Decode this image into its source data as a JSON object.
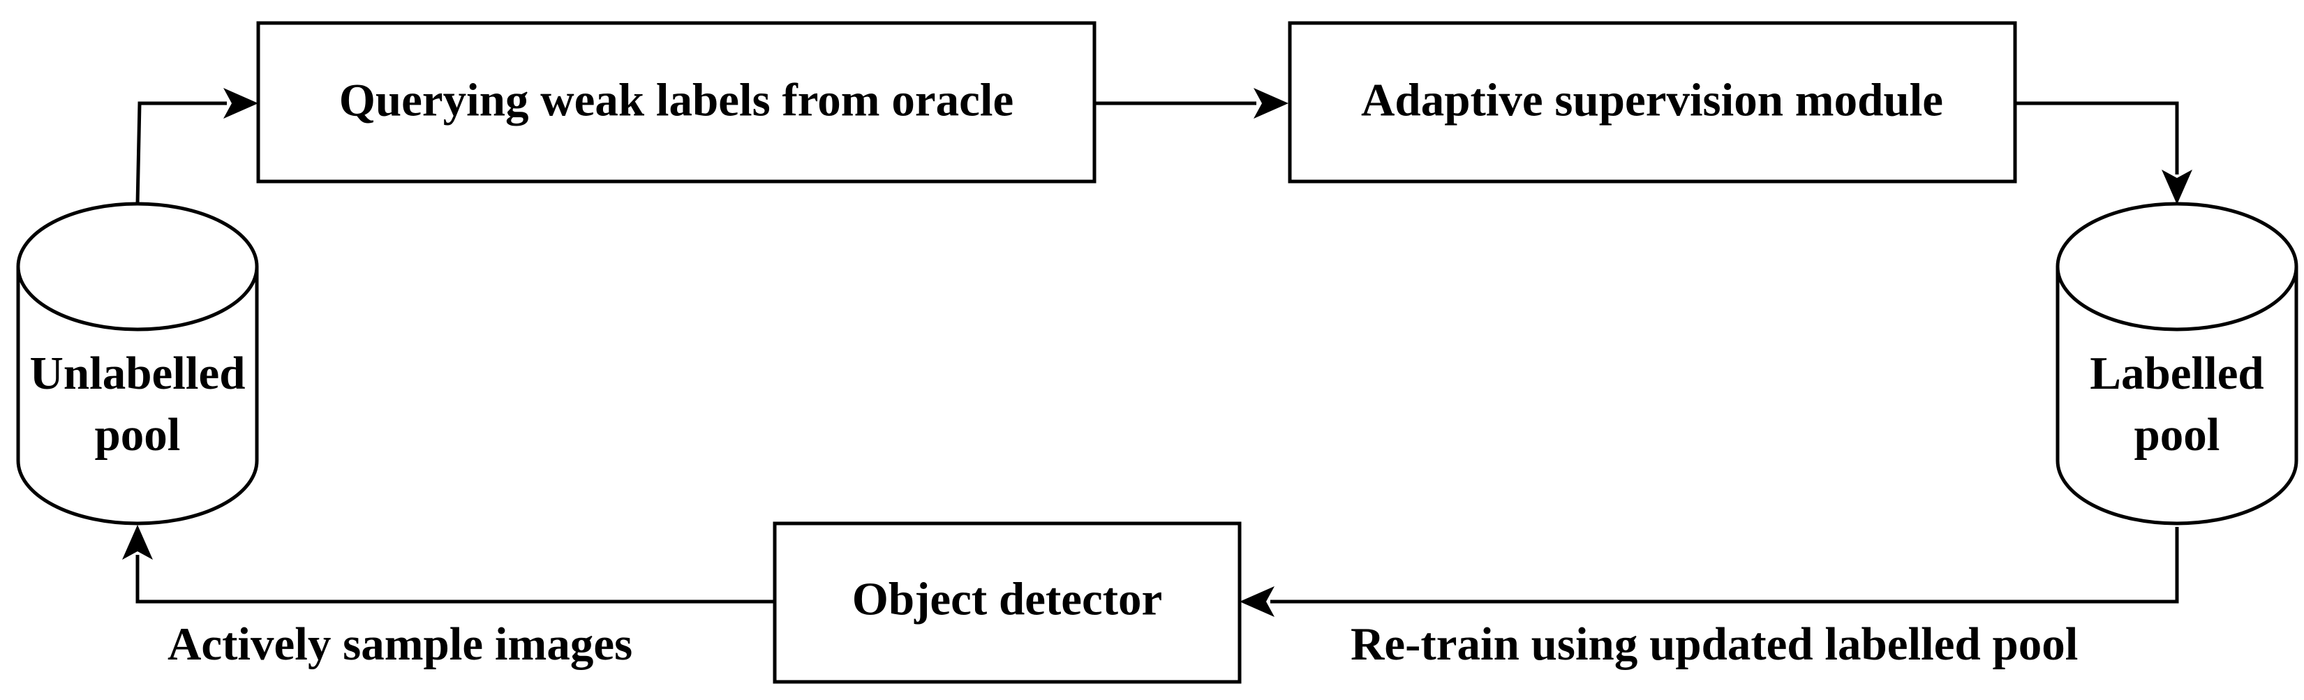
{
  "nodes": {
    "query": {
      "label": "Querying weak labels from oracle"
    },
    "adaptive": {
      "label": "Adaptive supervision module"
    },
    "detector": {
      "label": "Object detector"
    },
    "unlabelled": {
      "line1": "Unlabelled",
      "line2": "pool"
    },
    "labelled": {
      "line1": "Labelled",
      "line2": "pool"
    }
  },
  "edges": {
    "sample": {
      "label": "Actively sample images"
    },
    "retrain": {
      "label": "Re-train using updated labelled pool"
    }
  }
}
